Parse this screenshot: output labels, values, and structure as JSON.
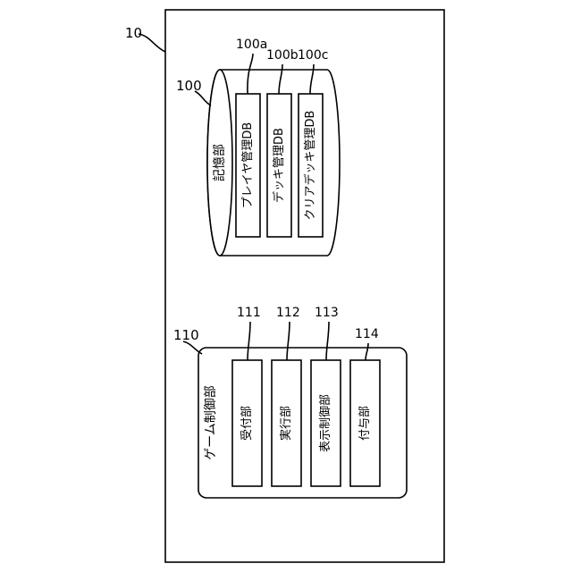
{
  "system": {
    "ref": "10"
  },
  "storage": {
    "ref": "100",
    "label": "記憶部",
    "dbs": [
      {
        "ref": "100a",
        "label": "プレイヤ管理DB"
      },
      {
        "ref": "100b",
        "label": "デッキ管理DB"
      },
      {
        "ref": "100c",
        "label": "クリアデッキ管理DB"
      }
    ]
  },
  "controller": {
    "ref": "110",
    "label": "ゲーム制御部",
    "units": [
      {
        "ref": "111",
        "label": "受付部"
      },
      {
        "ref": "112",
        "label": "実行部"
      },
      {
        "ref": "113",
        "label": "表示制御部"
      },
      {
        "ref": "114",
        "label": "付与部"
      }
    ]
  }
}
